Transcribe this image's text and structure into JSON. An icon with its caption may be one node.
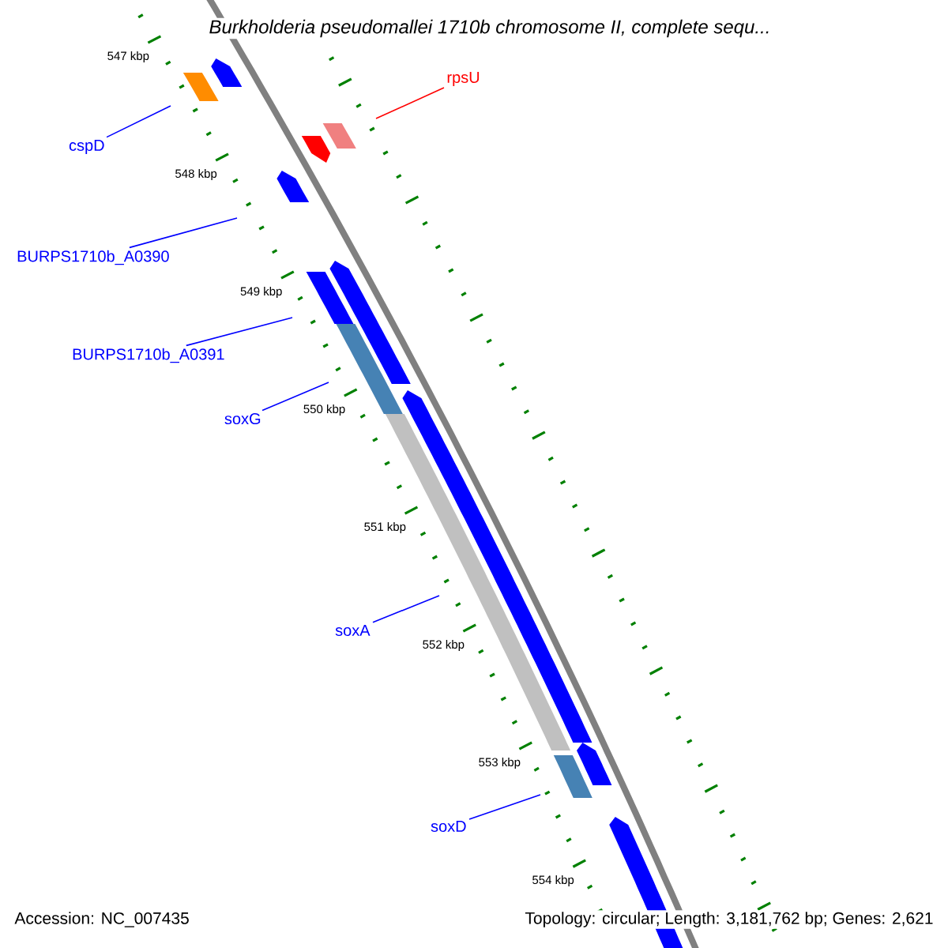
{
  "diagram": {
    "title": "*Burkholderia pseudomallei* 1710b chromosome II, complete sequ...",
    "nodes": [
      {
        "text": [
          "rpsU"
        ]
      },
      {
        "text": [
          "cspD"
        ]
      },
      {
        "text": [
          "BURPS1710b_A0390"
        ]
      },
      {
        "text": [
          "BURPS1710b_A0391"
        ]
      },
      {
        "text": [
          "soxG"
        ]
      },
      {
        "text": [
          "soxA"
        ]
      },
      {
        "text": [
          "soxD"
        ]
      }
    ],
    "edges": [
      {
        "from": 0,
        "to": null,
        "arrow": "none",
        "color": "#ff0000"
      },
      {
        "from": 1,
        "to": null,
        "arrow": "none"
      },
      {
        "from": 2,
        "to": null,
        "arrow": "none"
      },
      {
        "from": 3,
        "to": null,
        "arrow": "none"
      },
      {
        "from": 4,
        "to": null,
        "arrow": "none"
      },
      {
        "from": 5,
        "to": null,
        "arrow": "none"
      },
      {
        "from": 6,
        "to": null,
        "arrow": "none"
      }
    ],
    "labels": [
      "547 kbp",
      "548 kbp",
      "549 kbp",
      "550 kbp",
      "551 kbp",
      "552 kbp",
      "553 kbp",
      "554 kbp",
      "Accession: NC_007435",
      "Topology: circular; Length: 3,181,762 bp; Genes: 2,621"
    ]
  }
}
